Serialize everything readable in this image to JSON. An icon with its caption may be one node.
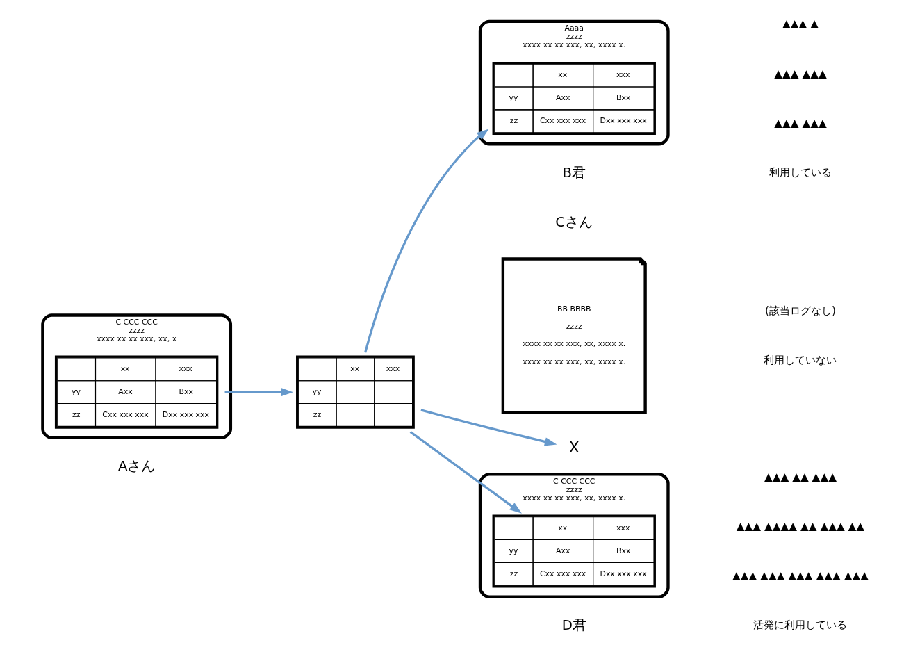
{
  "diagram": {
    "nodes": [
      {
        "text": [
          "C CCC CCC",
          "zzzz",
          "xxxx xx xx xxx, xx, x"
        ],
        "beside": [
          "Aさん"
        ]
      },
      {
        "text": [
          "xx",
          "xxx",
          "yy",
          "Axx",
          "Bxx",
          "zz",
          "Cxx xxx xxx",
          "Dxx xxx xxx"
        ],
        "in": 0
      },
      {
        "text": [
          "xx",
          "xxx",
          "yy",
          "zz"
        ]
      },
      {
        "text": [
          "Aaaa",
          "zzzz",
          "xxxx xx xx xxx, xx, xxxx x."
        ],
        "beside": [
          "B君"
        ]
      },
      {
        "text": [
          "xx",
          "xxx",
          "yy",
          "Axx",
          "Bxx",
          "zz",
          "Cxx xxx xxx",
          "Dxx xxx xxx"
        ],
        "in": 3
      },
      {
        "text": [
          "BB BBBB",
          "zzzz",
          "xxxx xx xx xxx, xx, xxxx x.",
          "xxxx xx xx xxx, xx, xxxx x."
        ],
        "beside": [
          "Cさん"
        ]
      },
      {
        "text": [
          "X"
        ]
      },
      {
        "text": [
          "C CCC CCC",
          "zzzz",
          "xxxx xx xx xxx, xx, xxxx x."
        ],
        "beside": [
          "D君"
        ]
      },
      {
        "text": [
          "xx",
          "xxx",
          "yy",
          "Axx",
          "Bxx",
          "zz",
          "Cxx xxx xxx",
          "Dxx xxx xxx"
        ],
        "in": 7
      }
    ],
    "edges": [
      {
        "from": 1,
        "to": 2,
        "arrow": "to"
      },
      {
        "from": 2,
        "to": 4,
        "arrow": "to"
      },
      {
        "from": 2,
        "to": 6,
        "arrow": "to"
      },
      {
        "from": 2,
        "to": 8,
        "arrow": "to"
      }
    ],
    "labels": [
      "▲▲▲ ▲",
      "▲▲▲ ▲▲▲",
      "▲▲▲ ▲▲▲",
      "利用している",
      "(該当ログなし)",
      "利用していない",
      "▲▲▲ ▲▲ ▲▲▲",
      "▲▲▲ ▲▲▲▲ ▲▲ ▲▲▲ ▲▲",
      "▲▲▲ ▲▲▲ ▲▲▲ ▲▲▲ ▲▲▲",
      "活発に利用している"
    ]
  }
}
